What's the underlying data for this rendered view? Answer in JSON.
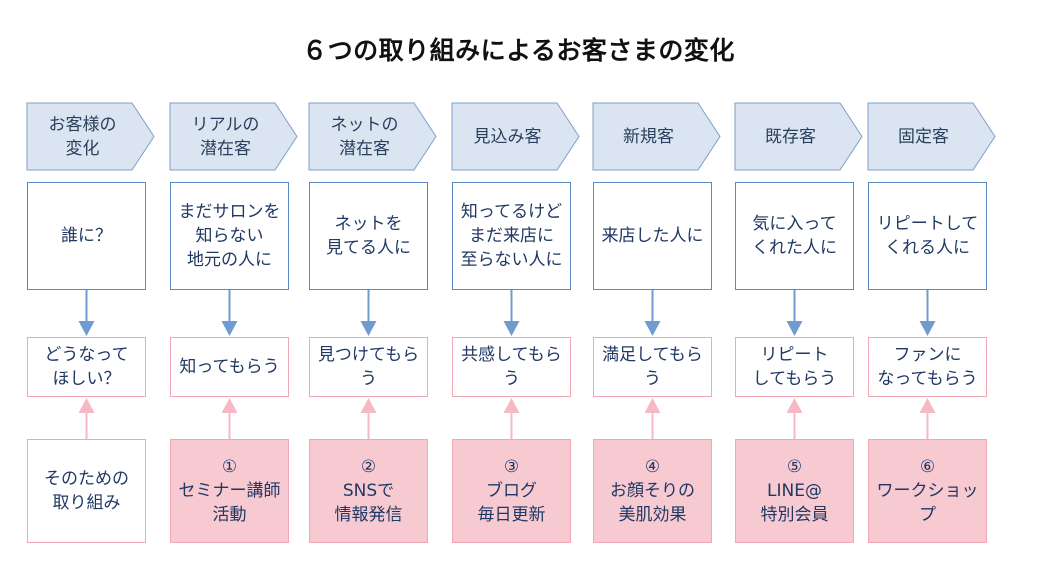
{
  "title": "６つの取り組みによるお客さまの変化",
  "colors": {
    "header_fill": "#dbe5f1",
    "header_stroke": "#7f9fc6",
    "target_stroke": "#5b8ac7",
    "goal_stroke": "#f2a7b4",
    "action_fill": "#f7c9d1",
    "arrow_down": "#6f9bd1",
    "arrow_up": "#f6b8c3"
  },
  "columns": [
    {
      "header": "お客様の\n変化",
      "target": "誰に？",
      "goal": "どうなって\nほしい？",
      "action": "そのための\n取り組み"
    },
    {
      "header": "リアルの\n潜在客",
      "target": "まだサロンを\n知らない\n地元の人に",
      "goal": "知ってもらう",
      "action": "①\nセミナー講師\n活動"
    },
    {
      "header": "ネットの\n潜在客",
      "target": "ネットを\n見てる人に",
      "goal": "見つけてもらう",
      "action": "②\nSNSで\n情報発信"
    },
    {
      "header": "見込み客",
      "target": "知ってるけど\nまだ来店に\n至らない人に",
      "goal": "共感してもらう",
      "action": "③\nブログ\n毎日更新"
    },
    {
      "header": "新規客",
      "target": "来店した人に",
      "goal": "満足してもらう",
      "action": "④\nお顔そりの\n美肌効果"
    },
    {
      "header": "既存客",
      "target": "気に入って\nくれた人に",
      "goal": "リピート\nしてもらう",
      "action": "⑤\nLINE@\n特別会員"
    },
    {
      "header": "固定客",
      "target": "リピートして\nくれる人に",
      "goal": "ファンに\nなってもらう",
      "action": "⑥\nワークショップ"
    }
  ]
}
